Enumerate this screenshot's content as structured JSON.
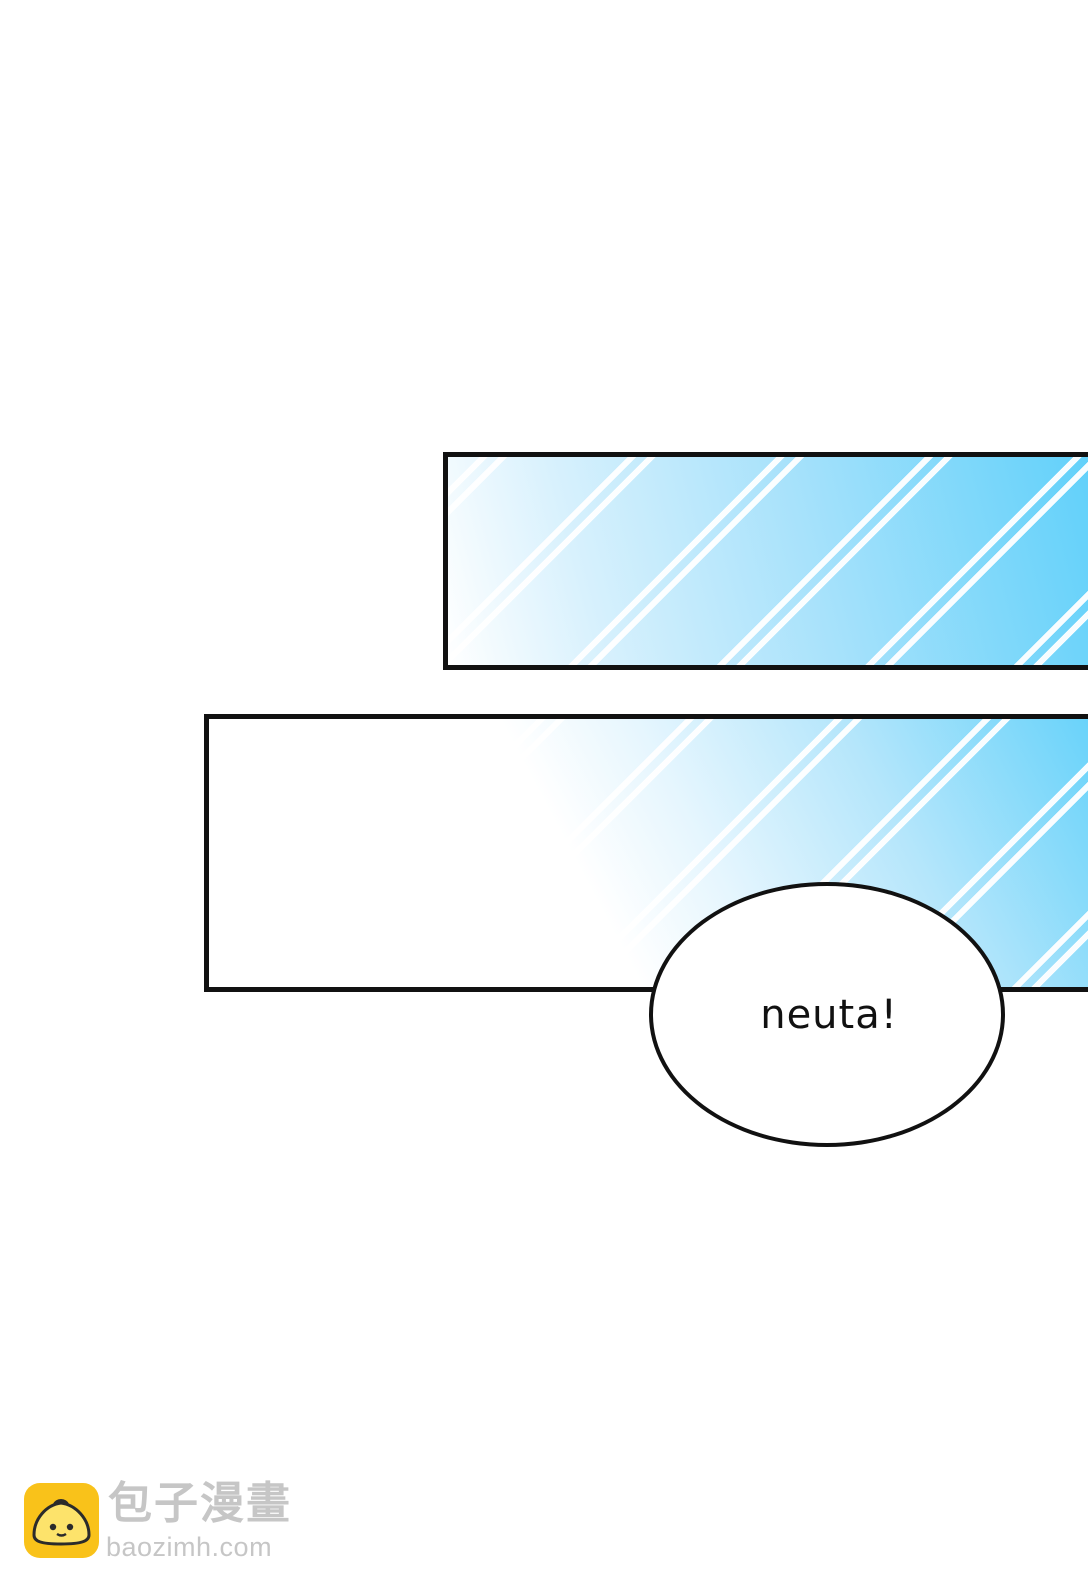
{
  "panels": {
    "top": {
      "pattern": "diagonal-speed-lines",
      "colors": [
        "#ffffff",
        "#5fd0fa"
      ]
    },
    "bottom": {
      "pattern": "diagonal-speed-lines",
      "colors": [
        "#ffffff",
        "#66d2fa"
      ]
    }
  },
  "speech_bubble": {
    "text": "neuta!"
  },
  "watermark": {
    "logo_icon": "steamed-bun-icon",
    "site_name_cn": "包子漫畫",
    "site_url": "baozimh.com",
    "logo_color": "#f9c21a"
  }
}
